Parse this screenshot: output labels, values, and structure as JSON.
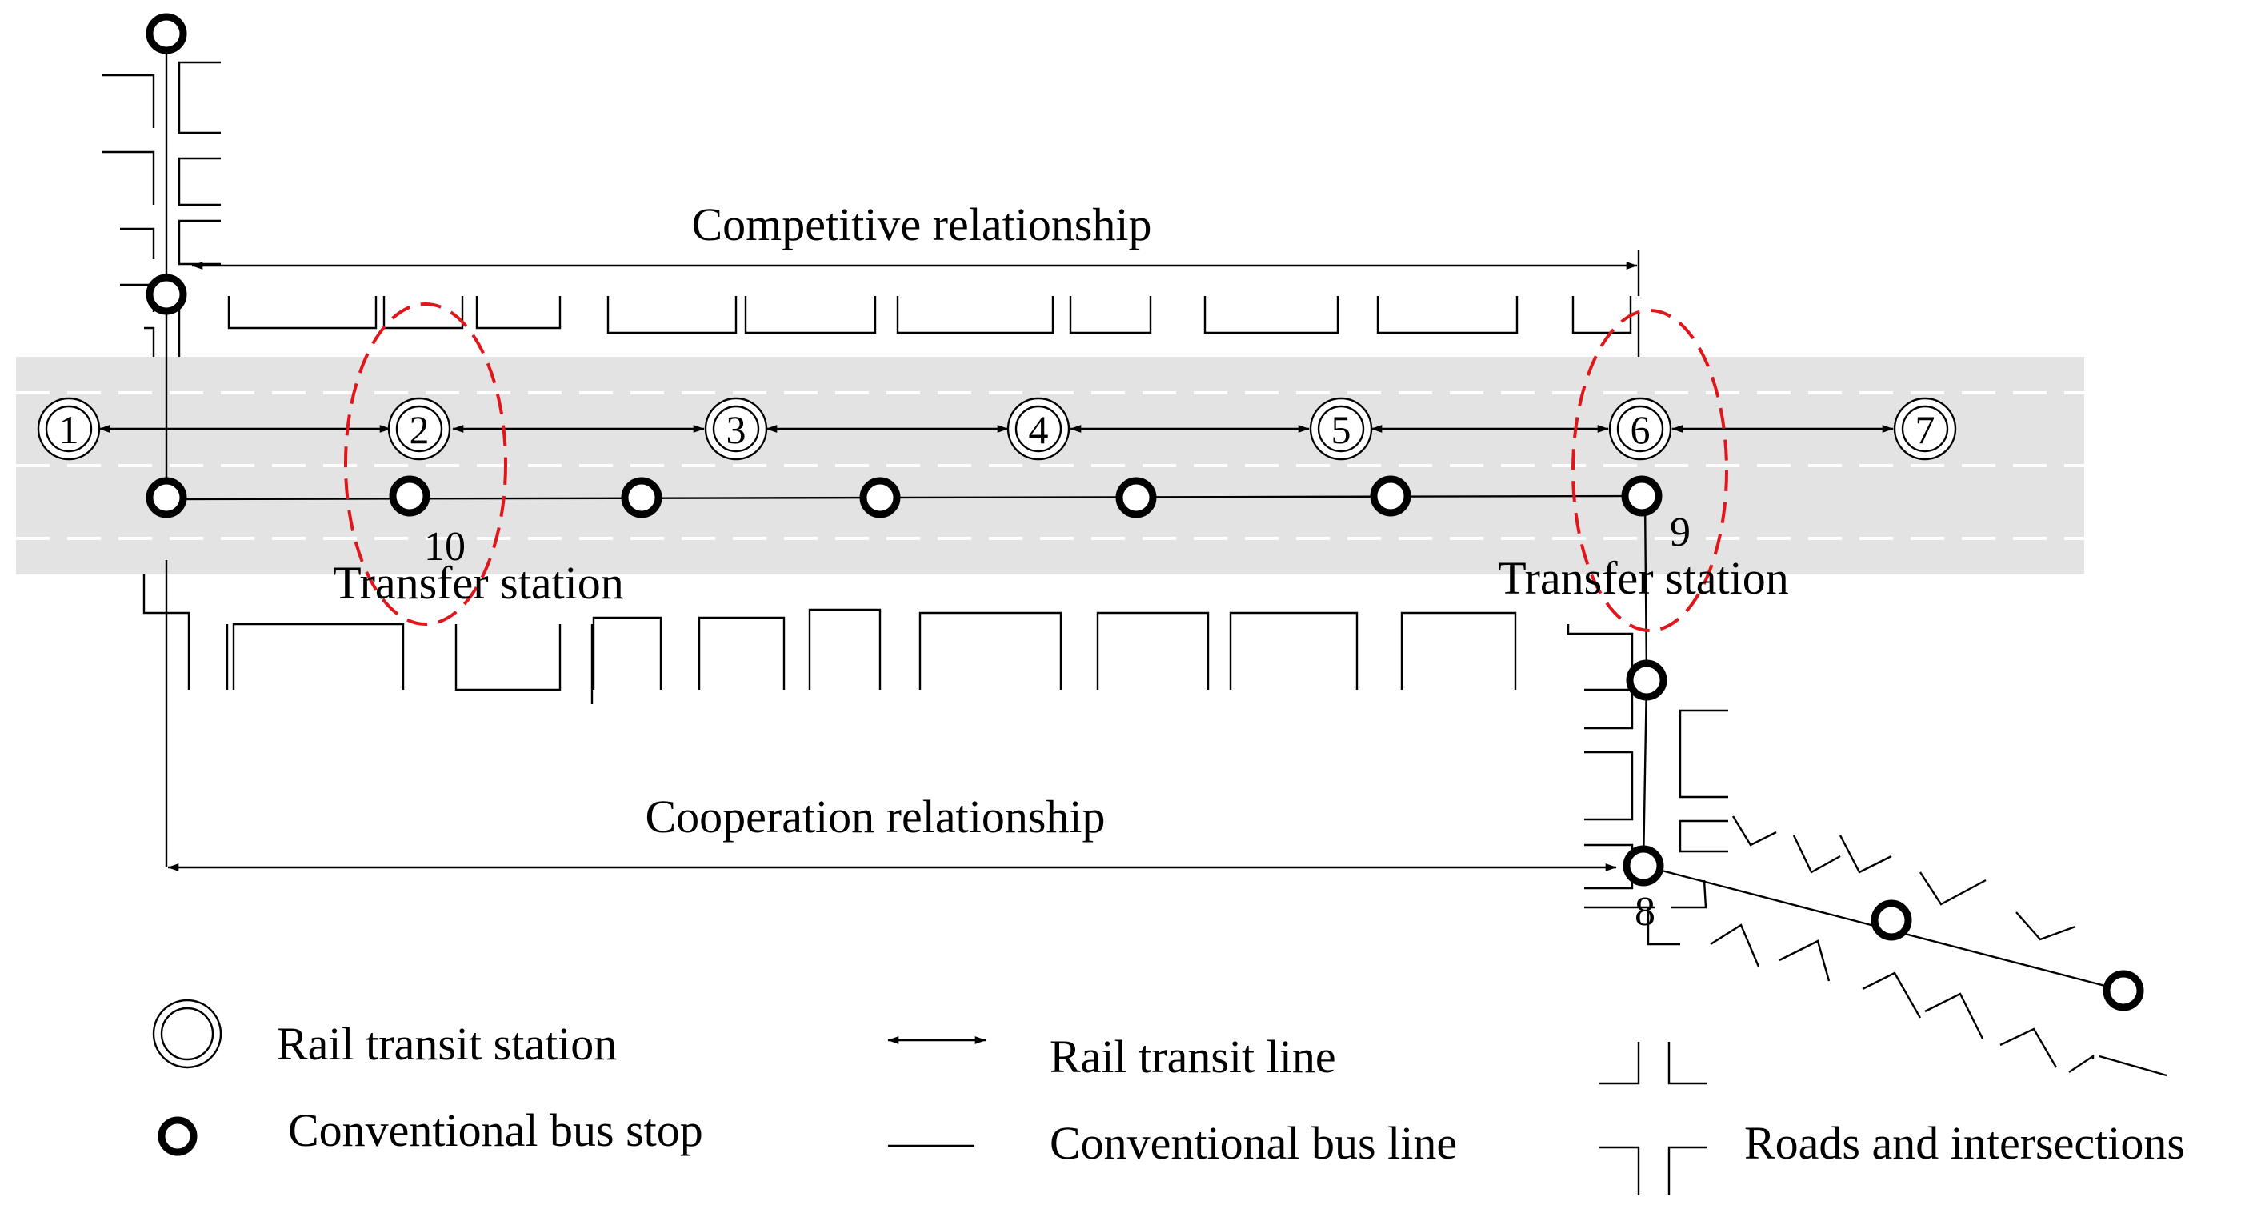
{
  "relationships": {
    "competitive": "Competitive relationship",
    "cooperation": "Cooperation relationship"
  },
  "rail_stations": [
    "1",
    "2",
    "3",
    "4",
    "5",
    "6",
    "7"
  ],
  "transfer_station_label": "Transfer station",
  "bus_stop_numbers": {
    "left_transfer": "10",
    "right_transfer": "9",
    "lower": "8"
  },
  "legend": {
    "rail_station": "Rail transit station",
    "bus_stop": "Conventional bus stop",
    "rail_line": "Rail transit line",
    "bus_line": "Conventional bus line",
    "roads": "Roads and intersections"
  },
  "colors": {
    "road_band": "#e3e3e3",
    "lane_marking": "#ffffff",
    "transfer_highlight": "#e0161b",
    "line": "#000000"
  }
}
